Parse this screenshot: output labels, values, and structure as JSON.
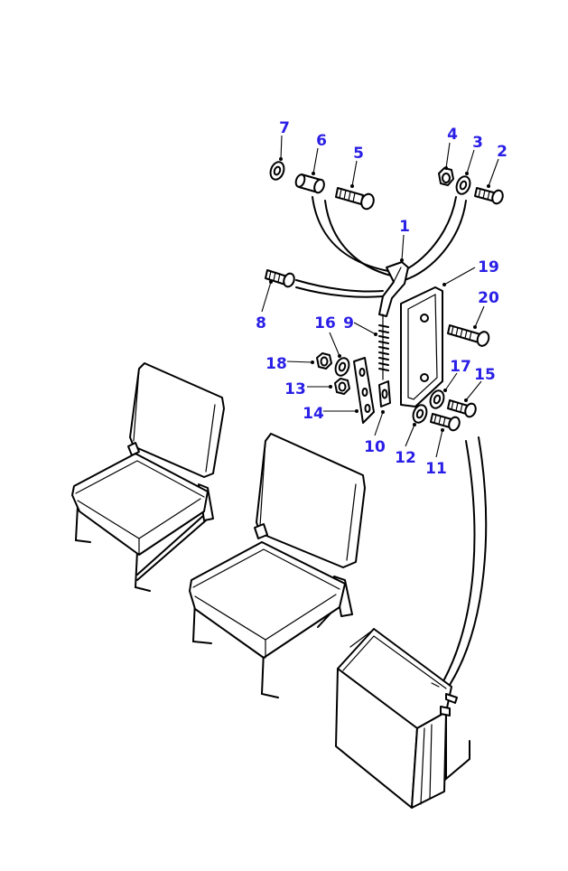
{
  "callouts": {
    "c1": "1",
    "c2": "2",
    "c3": "3",
    "c4": "4",
    "c5": "5",
    "c6": "6",
    "c7": "7",
    "c8": "8",
    "c9": "9",
    "c10": "10",
    "c11": "11",
    "c12": "12",
    "c13": "13",
    "c14": "14",
    "c15": "15",
    "c16": "16",
    "c17": "17",
    "c18": "18",
    "c19": "19",
    "c20": "20"
  },
  "colors": {
    "callout": "#2a1fe6",
    "line": "#000000",
    "background": "#ffffff"
  }
}
